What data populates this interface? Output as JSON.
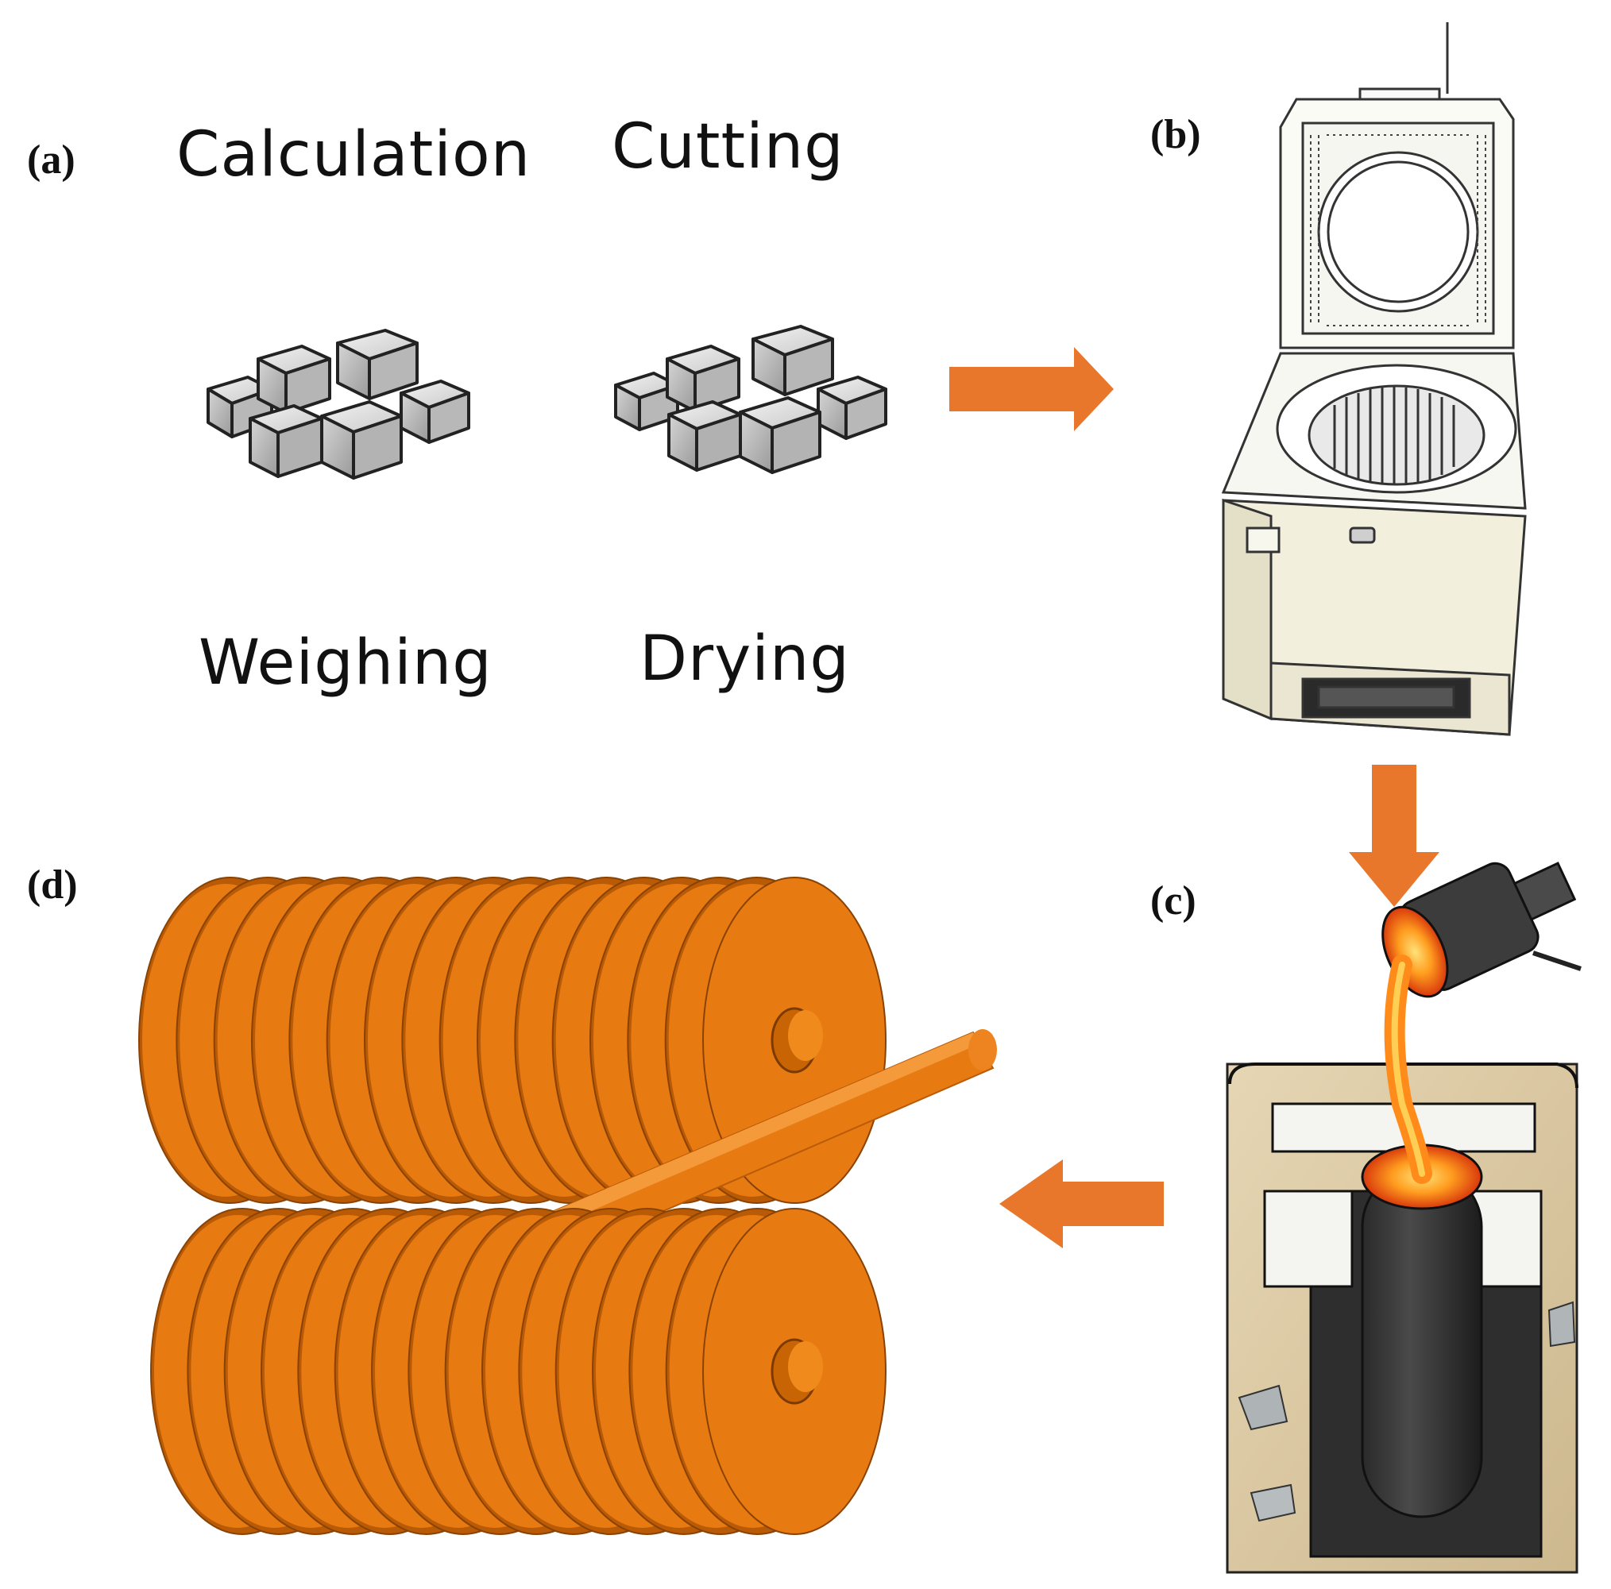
{
  "panels": {
    "a": {
      "label": "(a)",
      "steps": [
        "Calculation",
        "Cutting",
        "Weighing",
        "Drying"
      ]
    },
    "b": {
      "label": "(b)"
    },
    "c": {
      "label": "(c)"
    },
    "d": {
      "label": "(d)"
    }
  },
  "colors": {
    "arrow": "#e8762b",
    "roller": "#e87a12",
    "roller_dark": "#b85a06",
    "furnace": "#f4f2e2",
    "molten": "#ff8c1a"
  }
}
